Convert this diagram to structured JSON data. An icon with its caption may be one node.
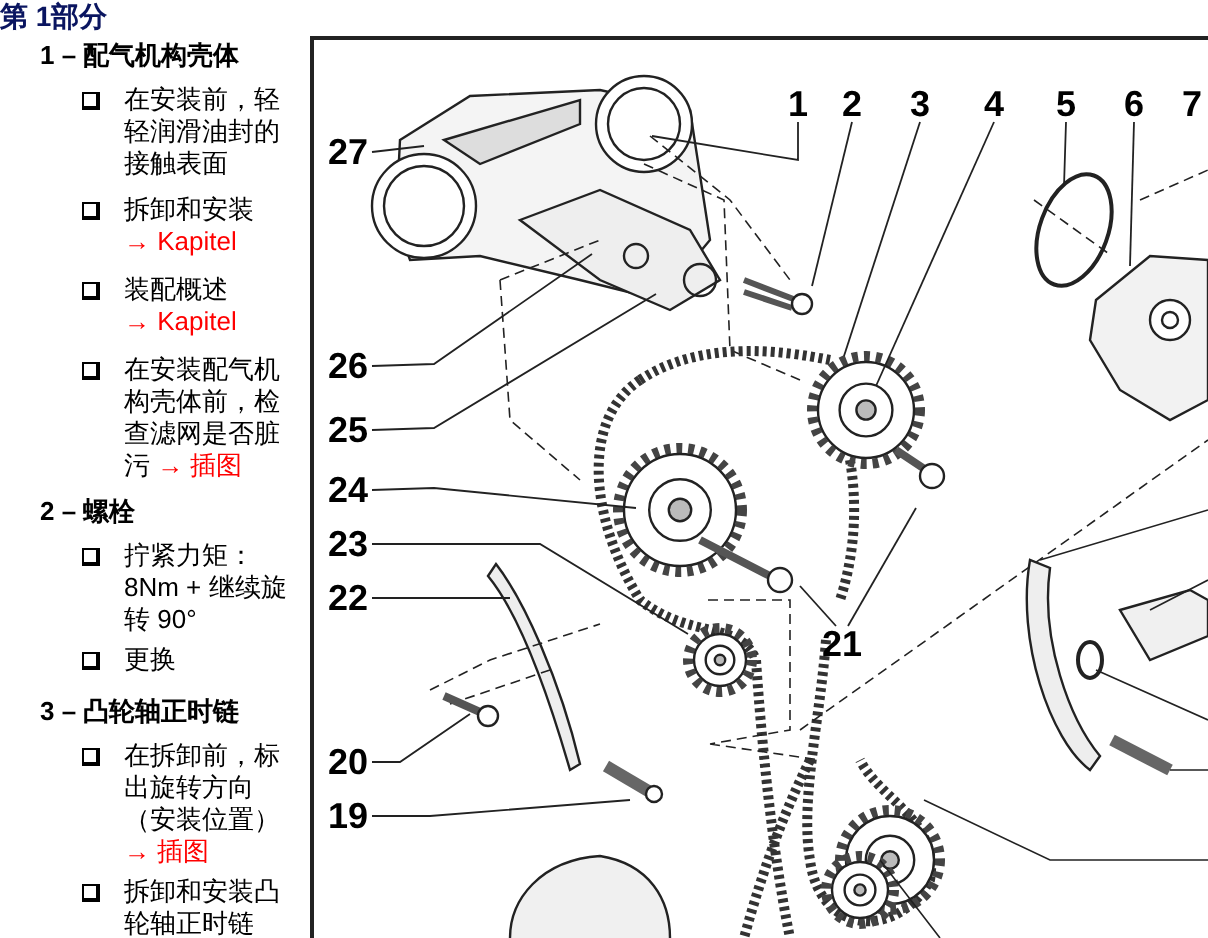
{
  "diagram": {
    "nodes": [
      {
        "text": [
          "1"
        ]
      },
      {
        "text": [
          "2"
        ]
      },
      {
        "text": [
          "3"
        ]
      },
      {
        "text": [
          "4"
        ]
      },
      {
        "text": [
          "5"
        ]
      },
      {
        "text": [
          "6"
        ]
      },
      {
        "text": [
          "7"
        ]
      },
      {
        "text": [
          "27"
        ]
      },
      {
        "text": [
          "26"
        ]
      },
      {
        "text": [
          "25"
        ]
      },
      {
        "text": [
          "24"
        ]
      },
      {
        "text": [
          "23"
        ]
      },
      {
        "text": [
          "22"
        ]
      },
      {
        "text": [
          "21"
        ]
      },
      {
        "text": [
          "20"
        ]
      },
      {
        "text": [
          "19"
        ]
      }
    ],
    "edges": [
      {
        "from": 0,
        "to": null,
        "arrow": "none"
      },
      {
        "from": 1,
        "to": null,
        "arrow": "none"
      },
      {
        "from": 2,
        "to": null,
        "arrow": "none"
      },
      {
        "from": 3,
        "to": null,
        "arrow": "none"
      },
      {
        "from": 4,
        "to": null,
        "arrow": "none"
      },
      {
        "from": 5,
        "to": null,
        "arrow": "none"
      },
      {
        "from": 7,
        "to": null,
        "arrow": "none"
      },
      {
        "from": 8,
        "to": null,
        "arrow": "none"
      },
      {
        "from": 9,
        "to": null,
        "arrow": "none"
      },
      {
        "from": 10,
        "to": null,
        "arrow": "none"
      },
      {
        "from": 11,
        "to": null,
        "arrow": "none"
      },
      {
        "from": 12,
        "to": null,
        "arrow": "none"
      },
      {
        "from": 13,
        "to": null,
        "arrow": "none"
      },
      {
        "from": 13,
        "to": null,
        "arrow": "none"
      },
      {
        "from": 14,
        "to": null,
        "arrow": "none"
      },
      {
        "from": 15,
        "to": null,
        "arrow": "none"
      }
    ],
    "labels": [
      "第 1部分",
      "1 – 配气机构壳体",
      "在安装前，轻轻润滑油封的接触表面",
      "拆卸和安装",
      "→ Kapitel",
      "装配概述",
      "→ Kapitel",
      "在安装配气机构壳体前，检查滤网是否脏污",
      "→ 插图",
      "2 – 螺栓",
      "拧紧力矩：8Nm + 继续旋转 90°",
      "更换",
      "3 – 凸轮轴正时链",
      "在拆卸前，标出旋转方向（安装位置）",
      "→ 插图",
      "拆卸和安装凸轮轴正时链"
    ]
  }
}
